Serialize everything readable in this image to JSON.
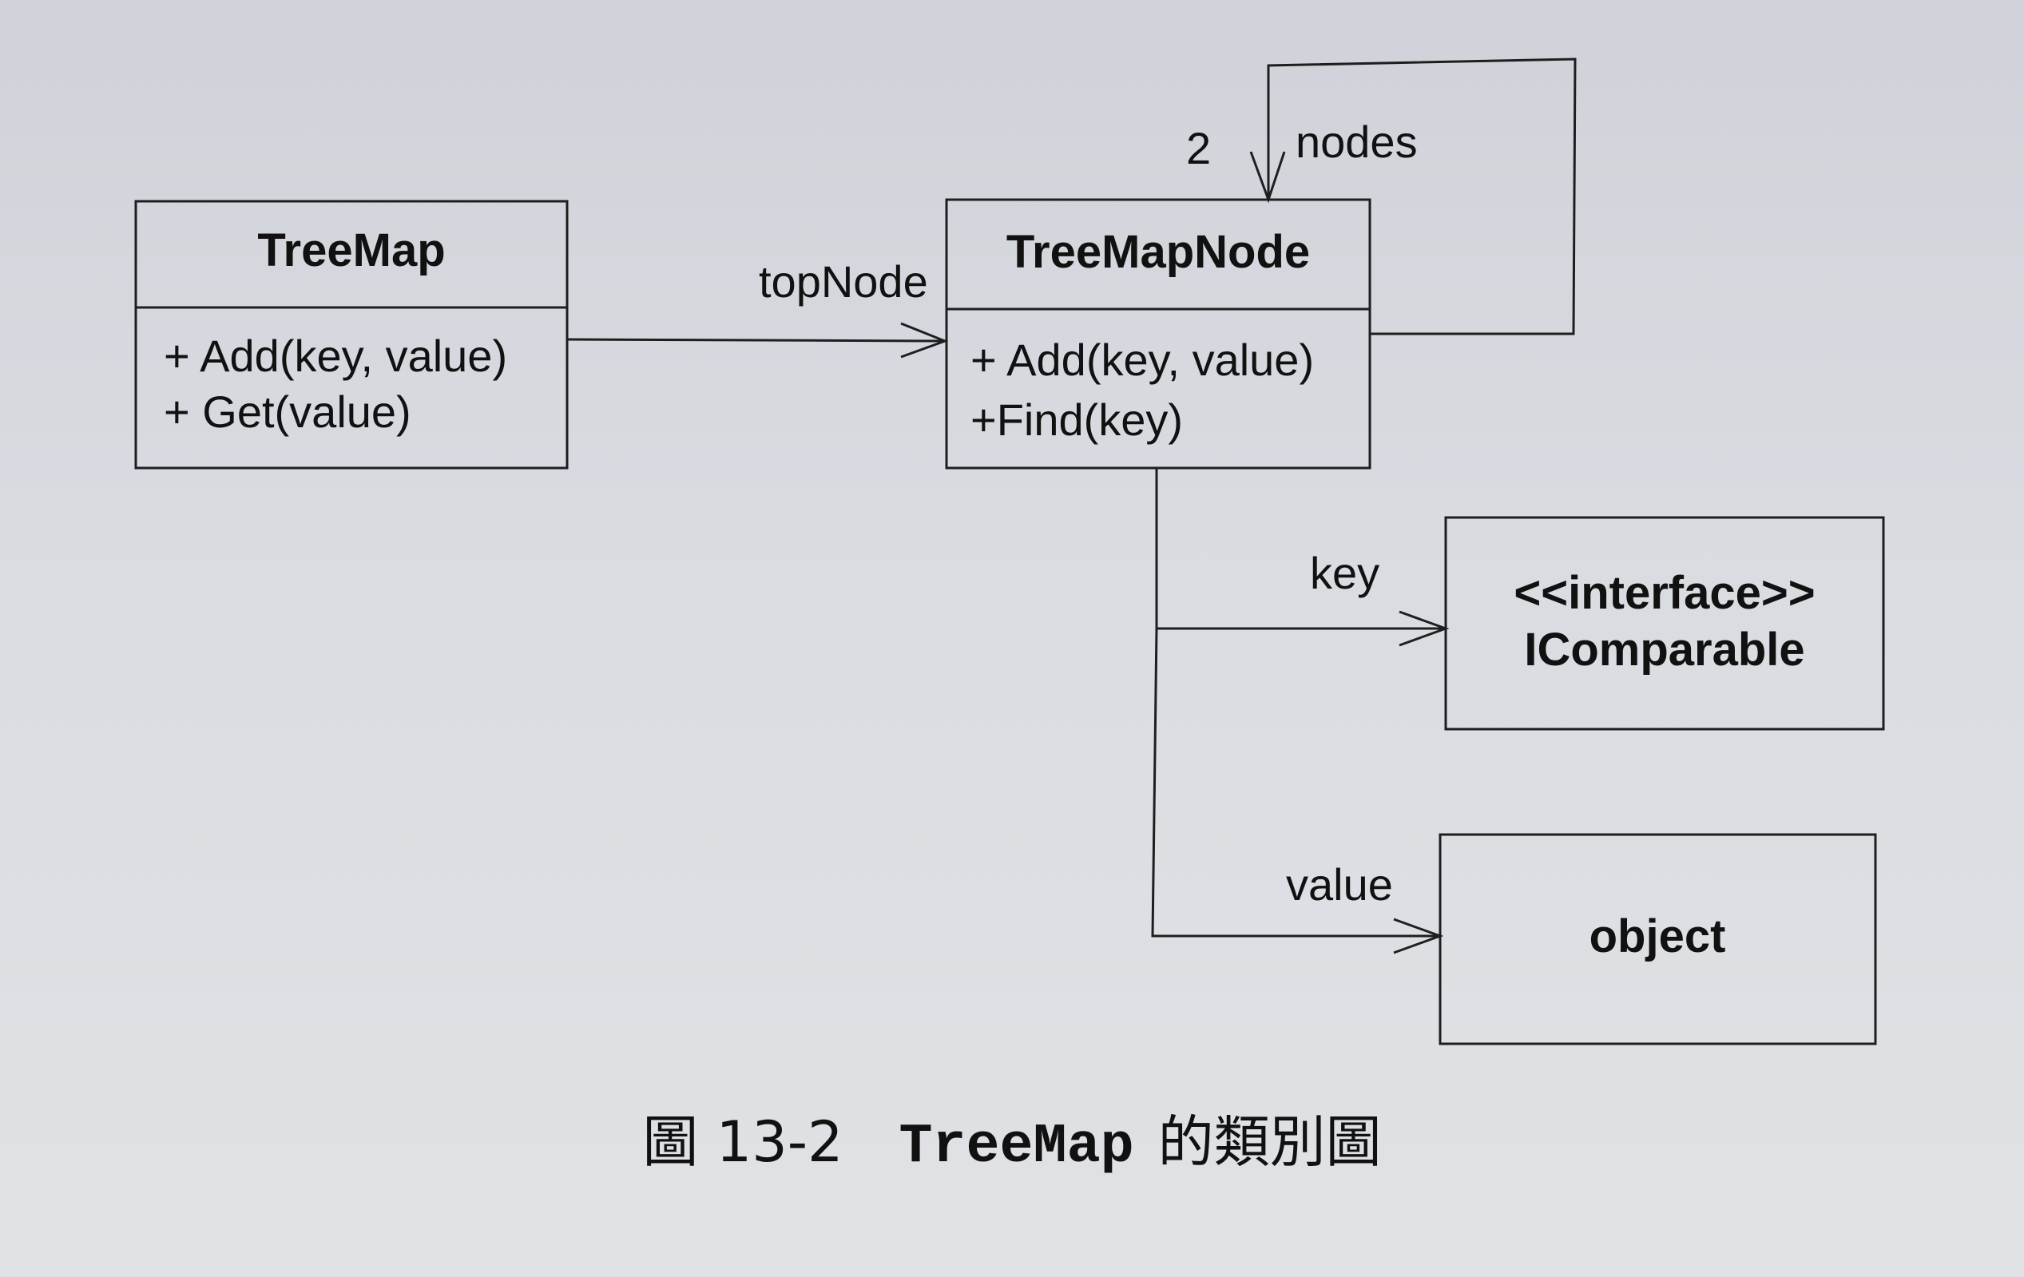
{
  "classes": {
    "treemap": {
      "name": "TreeMap",
      "members": [
        "+ Add(key, value)",
        "+ Get(value)"
      ]
    },
    "treemapnode": {
      "name": "TreeMapNode",
      "members": [
        "+ Add(key, value)",
        "+Find(key)"
      ]
    },
    "icomparable": {
      "stereotype": "<<interface>>",
      "name": "IComparable"
    },
    "object": {
      "name": "object"
    }
  },
  "associations": {
    "top_node": "topNode",
    "nodes": "nodes",
    "nodes_multiplicity": "2",
    "key": "key",
    "value": "value"
  },
  "caption": {
    "number": "圖 13-2",
    "code": "TreeMap",
    "suffix": "的類別圖"
  }
}
